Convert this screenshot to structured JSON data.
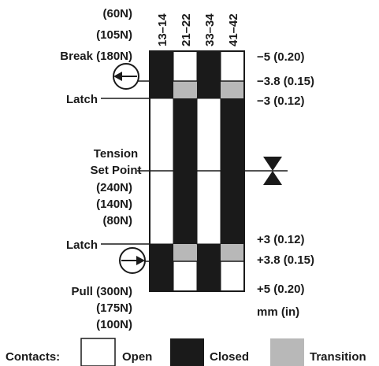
{
  "header_forces": [
    "(60N)",
    "(105N)"
  ],
  "break_label": "Break (180N)",
  "columns": [
    "13–14",
    "21–22",
    "33–34",
    "41–42"
  ],
  "latch_label": "Latch",
  "tension_lines": [
    "Tension",
    "Set Point"
  ],
  "tension_forces": [
    "(240N)",
    "(140N)",
    "(80N)"
  ],
  "pull_label": "Pull (300N)",
  "pull_forces": [
    "(175N)",
    "(100N)"
  ],
  "right_labels": {
    "top_1": "−5 (0.20)",
    "top_2": "−3.8 (0.15)",
    "top_3": "−3 (0.12)",
    "bottom_1": "+3 (0.12)",
    "bottom_2": "+3.8 (0.15)",
    "bottom_3": "+5 (0.20)",
    "units": "mm (in)"
  },
  "legend": {
    "title": "Contacts:",
    "open": "Open",
    "closed": "Closed",
    "transition": "Transition"
  },
  "contact_states": {
    "13-14": [
      "closed",
      "closed",
      "open",
      "closed",
      "closed"
    ],
    "21-22": [
      "open",
      "transition",
      "closed",
      "transition",
      "open"
    ],
    "33-34": [
      "closed",
      "closed",
      "open",
      "closed",
      "closed"
    ],
    "41-42": [
      "open",
      "transition",
      "closed",
      "transition",
      "open"
    ]
  },
  "colors": {
    "closed": "#1a1a1a",
    "open": "#ffffff",
    "transition": "#b8b8b8"
  }
}
